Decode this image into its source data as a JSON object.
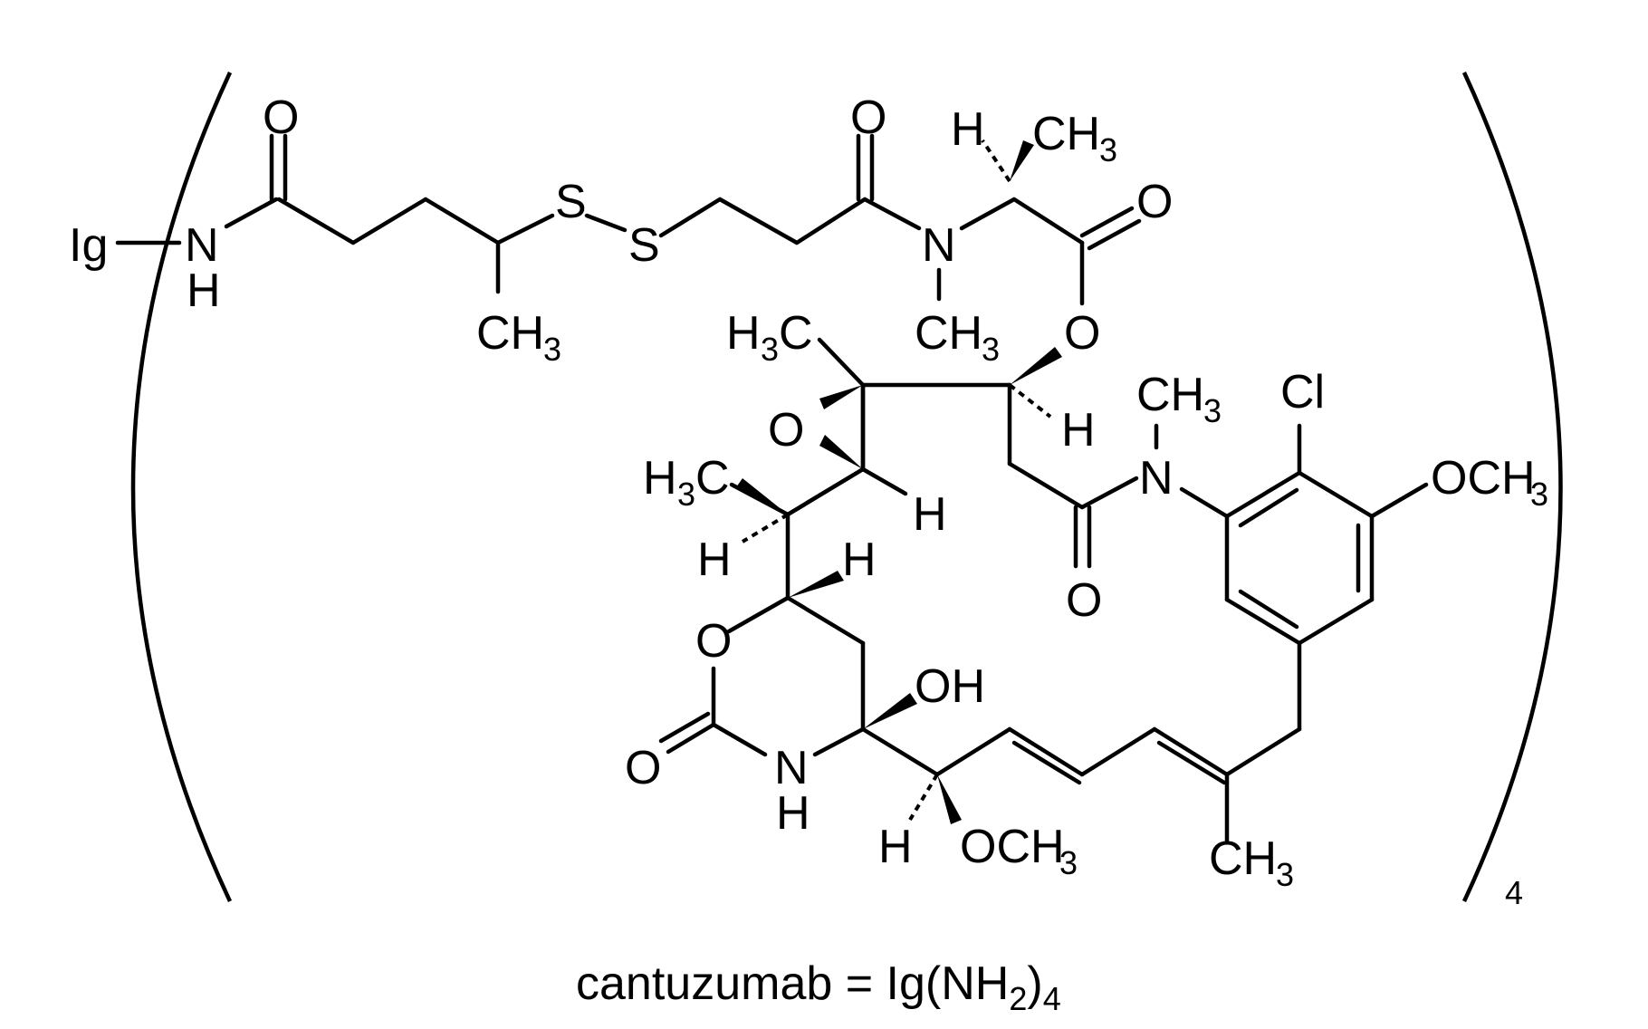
{
  "structure": {
    "atoms": {
      "ig": "Ig",
      "amide_n": "N",
      "amide_h": "H",
      "o_amide1": "O",
      "ch3_side": "CH",
      "s1": "S",
      "s2": "S",
      "o_amide2": "O",
      "h_alpha": "H",
      "ch3_alpha": "CH",
      "o_ester_carbonyl": "O",
      "n_methyl": "N",
      "ch3_nmethyl": "CH",
      "o_ester": "O",
      "h3c_epoxide": "H",
      "c_epoxide": "C",
      "o_epoxide": "O",
      "h_c3": "H",
      "ch3_aryl_n": "CH",
      "cl": "Cl",
      "n_aryl": "N",
      "och3_aryl": "OCH",
      "h3c_left": "H",
      "c_left": "C",
      "h_epoxide": "H",
      "h_c6": "H",
      "h_c7": "H",
      "o_lactam": "O",
      "o_ring": "O",
      "oh": "OH",
      "o_carbamate": "O",
      "nh_n": "N",
      "nh_h": "H",
      "h_c10": "H",
      "och3_c10": "OCH",
      "ch3_diene": "CH"
    },
    "subscripts": {
      "three": "3",
      "repeat": "4"
    }
  },
  "caption": {
    "lhs": "cantuzumab = Ig(NH",
    "sub2": "2",
    "close": ")",
    "sub4": "4"
  }
}
